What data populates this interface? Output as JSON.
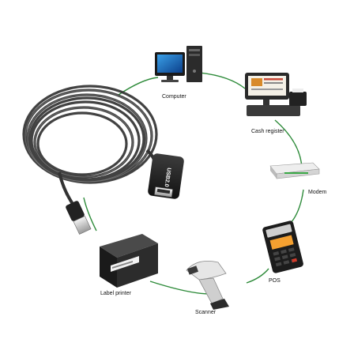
{
  "devices": [
    {
      "id": "computer",
      "label": "Computer",
      "icon": "desktop-computer-icon"
    },
    {
      "id": "cash-register",
      "label": "Cash register",
      "icon": "cash-register-icon"
    },
    {
      "id": "modem",
      "label": "Modem",
      "icon": "modem-icon"
    },
    {
      "id": "pos",
      "label": "POS",
      "icon": "pos-terminal-icon"
    },
    {
      "id": "scanner",
      "label": "Scanner",
      "icon": "barcode-scanner-icon"
    },
    {
      "id": "label-printer",
      "label": "Label printer",
      "icon": "label-printer-icon"
    }
  ],
  "cable": {
    "housing_text": "USB2.0",
    "connector": "USB-A male",
    "port": "USB-A female",
    "icon": "usb-extension-cable-icon"
  },
  "colors": {
    "connector_line": "#2e8b3a",
    "cable": "#3a3a3a",
    "housing": "#1e1e1e"
  }
}
